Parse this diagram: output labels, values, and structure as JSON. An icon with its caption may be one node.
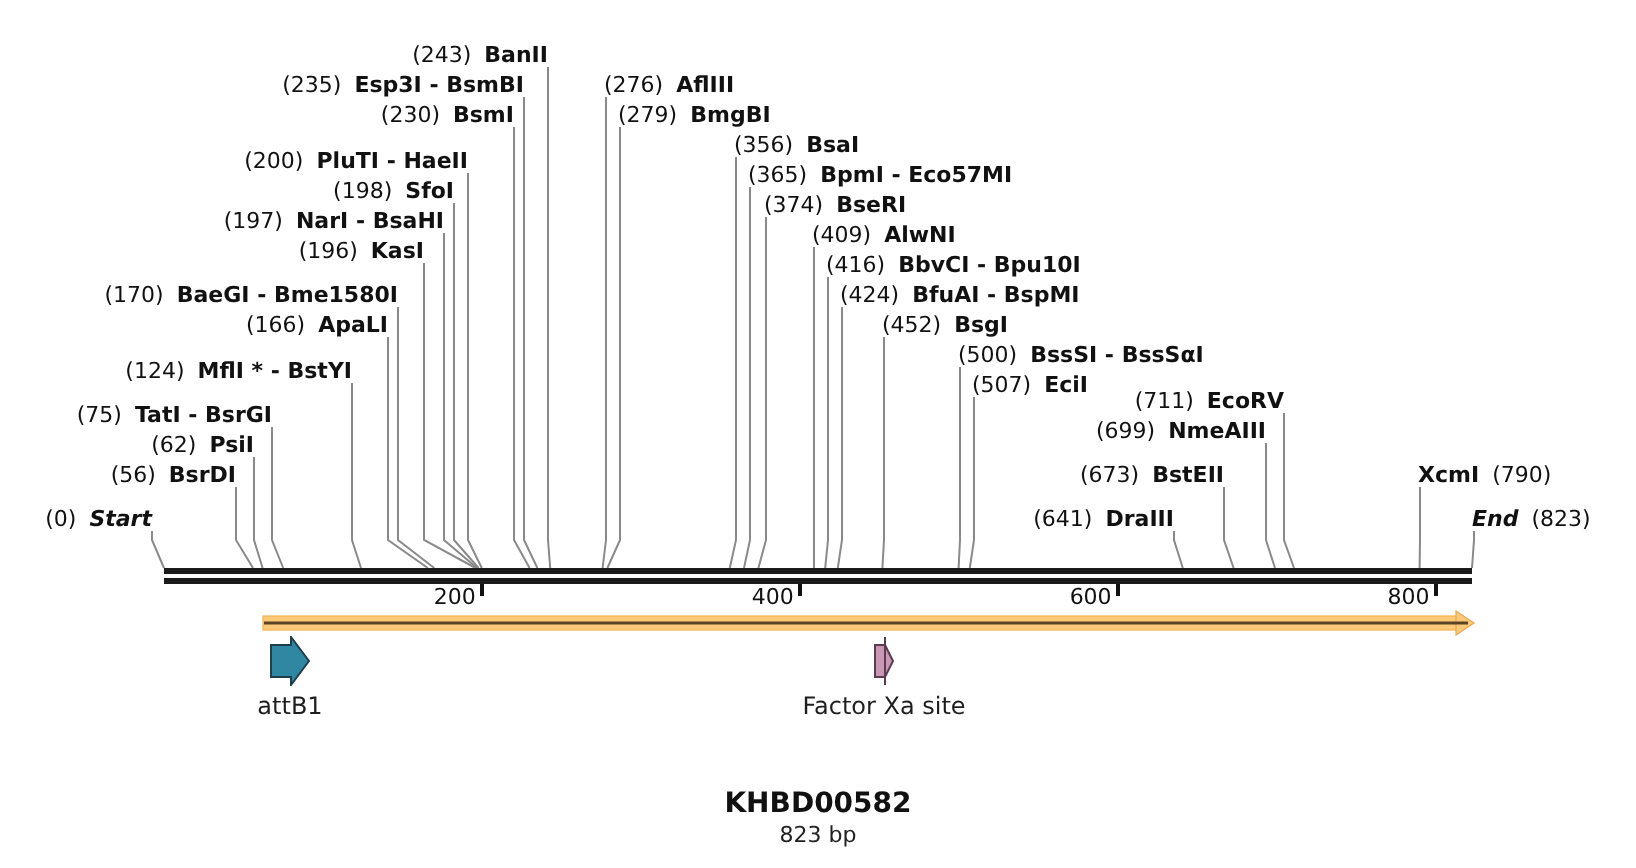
{
  "diagram": {
    "title": "KHBD00582",
    "caption": "823 bp",
    "nodes": [
      {
        "text": [
          "(243)",
          "BanII"
        ]
      },
      {
        "text": [
          "(235)",
          "Esp3I - BsmBI"
        ]
      },
      {
        "text": [
          "(276)",
          "AflIII"
        ]
      },
      {
        "text": [
          "(230)",
          "BsmI"
        ]
      },
      {
        "text": [
          "(279)",
          "BmgBI"
        ]
      },
      {
        "text": [
          "(356)",
          "BsaI"
        ]
      },
      {
        "text": [
          "(200)",
          "PluTI - HaeII"
        ]
      },
      {
        "text": [
          "(365)",
          "BpmI - Eco57MI"
        ]
      },
      {
        "text": [
          "(198)",
          "SfoI"
        ]
      },
      {
        "text": [
          "(374)",
          "BseRI"
        ]
      },
      {
        "text": [
          "(197)",
          "NarI - BsaHI"
        ]
      },
      {
        "text": [
          "(409)",
          "AlwNI"
        ]
      },
      {
        "text": [
          "(196)",
          "KasI"
        ]
      },
      {
        "text": [
          "(416)",
          "BbvCI - Bpu10I"
        ]
      },
      {
        "text": [
          "(170)",
          "BaeGI - Bme1580I"
        ]
      },
      {
        "text": [
          "(424)",
          "BfuAI - BspMI"
        ]
      },
      {
        "text": [
          "(166)",
          "ApaLI"
        ]
      },
      {
        "text": [
          "(452)",
          "BsgI"
        ]
      },
      {
        "text": [
          "(500)",
          "BssSI - BssSαI"
        ]
      },
      {
        "text": [
          "(124)",
          "MflI * - BstYI"
        ]
      },
      {
        "text": [
          "(507)",
          "EciI"
        ]
      },
      {
        "text": [
          "(711)",
          "EcoRV"
        ]
      },
      {
        "text": [
          "(75)",
          "TatI - BsrGI"
        ]
      },
      {
        "text": [
          "(699)",
          "NmeAIII"
        ]
      },
      {
        "text": [
          "(62)",
          "PsiI"
        ]
      },
      {
        "text": [
          "(56)",
          "BsrDI"
        ]
      },
      {
        "text": [
          "(673)",
          "BstEII"
        ]
      },
      {
        "text": [
          "XcmI",
          "(790)"
        ]
      },
      {
        "text": [
          "(0)",
          "Start"
        ]
      },
      {
        "text": [
          "(641)",
          "DraIII"
        ]
      },
      {
        "text": [
          "End",
          "(823)"
        ]
      },
      {
        "text": [],
        "shape": "bar"
      },
      {
        "text": [
          "attB1"
        ]
      },
      {
        "text": [
          "Factor Xa site"
        ]
      }
    ],
    "edges": [
      {
        "from": 0,
        "to": 31,
        "arrow": "none"
      },
      {
        "from": 1,
        "to": 31,
        "arrow": "none"
      },
      {
        "from": 2,
        "to": 31,
        "arrow": "none"
      },
      {
        "from": 3,
        "to": 31,
        "arrow": "none"
      },
      {
        "from": 4,
        "to": 31,
        "arrow": "none"
      },
      {
        "from": 5,
        "to": 31,
        "arrow": "none"
      },
      {
        "from": 6,
        "to": 31,
        "arrow": "none"
      },
      {
        "from": 7,
        "to": 31,
        "arrow": "none"
      },
      {
        "from": 8,
        "to": 31,
        "arrow": "none"
      },
      {
        "from": 9,
        "to": 31,
        "arrow": "none"
      },
      {
        "from": 10,
        "to": 31,
        "arrow": "none"
      },
      {
        "from": 11,
        "to": 31,
        "arrow": "none"
      },
      {
        "from": 12,
        "to": 31,
        "arrow": "none"
      },
      {
        "from": 13,
        "to": 31,
        "arrow": "none"
      },
      {
        "from": 14,
        "to": 31,
        "arrow": "none"
      },
      {
        "from": 15,
        "to": 31,
        "arrow": "none"
      },
      {
        "from": 16,
        "to": 31,
        "arrow": "none"
      },
      {
        "from": 17,
        "to": 31,
        "arrow": "none"
      },
      {
        "from": 18,
        "to": 31,
        "arrow": "none"
      },
      {
        "from": 19,
        "to": 31,
        "arrow": "none"
      },
      {
        "from": 20,
        "to": 31,
        "arrow": "none"
      },
      {
        "from": 21,
        "to": 31,
        "arrow": "none"
      },
      {
        "from": 22,
        "to": 31,
        "arrow": "none"
      },
      {
        "from": 23,
        "to": 31,
        "arrow": "none"
      },
      {
        "from": 24,
        "to": 31,
        "arrow": "none"
      },
      {
        "from": 25,
        "to": 31,
        "arrow": "none"
      },
      {
        "from": 26,
        "to": 31,
        "arrow": "none"
      },
      {
        "from": 27,
        "to": 31,
        "arrow": "none"
      },
      {
        "from": 28,
        "to": 31,
        "arrow": "none"
      },
      {
        "from": 29,
        "to": 31,
        "arrow": "none"
      },
      {
        "from": 30,
        "to": 31,
        "arrow": "none"
      }
    ],
    "labels": [
      "200",
      "400",
      "600",
      "800"
    ]
  }
}
